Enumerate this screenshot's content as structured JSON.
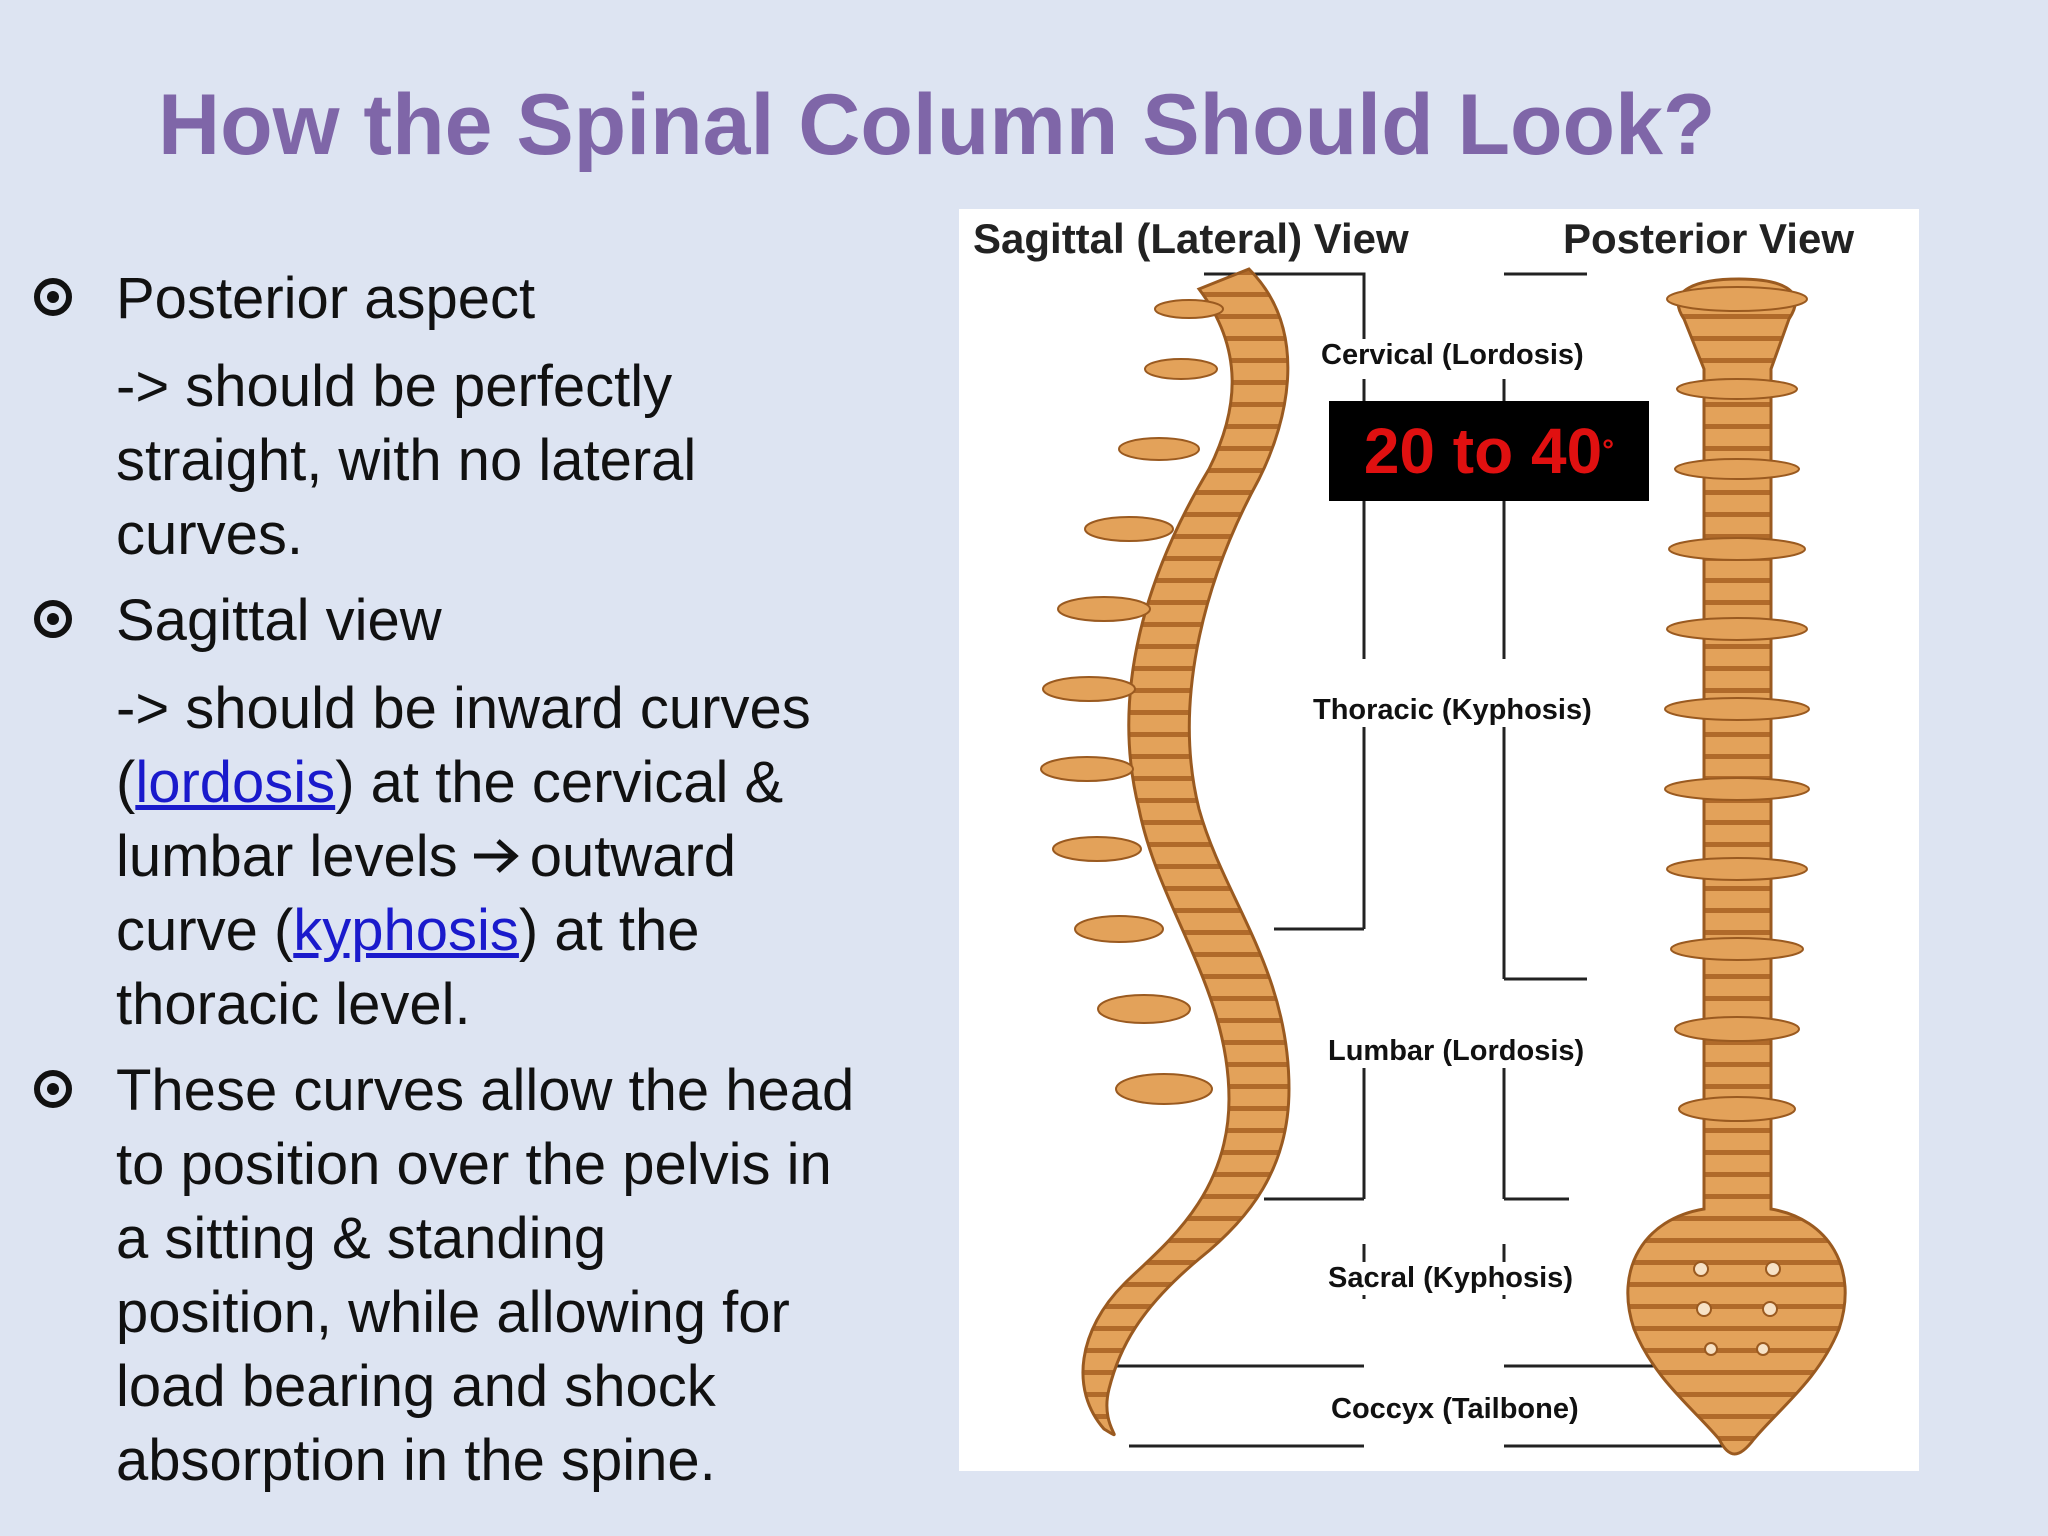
{
  "slide": {
    "title": "How the Spinal Column Should Look?",
    "bullets": [
      {
        "heading": "Posterior aspect",
        "detail_lines": [
          "-> should be perfectly",
          "straight, with no lateral",
          "curves."
        ]
      },
      {
        "heading": "Sagittal view",
        "detail": {
          "line1": "-> should be inward curves",
          "line2_open": "(",
          "line2_link": "lordosis",
          "line2_rest": ") at the cervical &",
          "line3_text": "lumbar levels",
          "line3_after": "outward",
          "line4_pre": "curve (",
          "line4_link": "kyphosis",
          "line4_post": ") at the",
          "line5": "thoracic level."
        }
      },
      {
        "heading_lines": [
          "These curves allow the head",
          "to position over the pelvis in",
          "a sitting & standing",
          "position, while allowing for",
          "load bearing and shock",
          "absorption in the spine."
        ]
      }
    ]
  },
  "figure": {
    "sagittal_title": "Sagittal (Lateral) View",
    "posterior_title": "Posterior View",
    "regions": {
      "cervical": "Cervical (Lordosis)",
      "thoracic": "Thoracic (Kyphosis)",
      "lumbar": "Lumbar (Lordosis)",
      "sacral": "Sacral (Kyphosis)",
      "coccyx": "Coccyx (Tailbone)"
    },
    "badge": {
      "text": "20 to 40",
      "degree": "°"
    },
    "colors": {
      "bone": "#e3a25a",
      "bone_dark": "#b06a2a",
      "badge_text": "#e01010",
      "badge_bg": "#000000"
    }
  }
}
